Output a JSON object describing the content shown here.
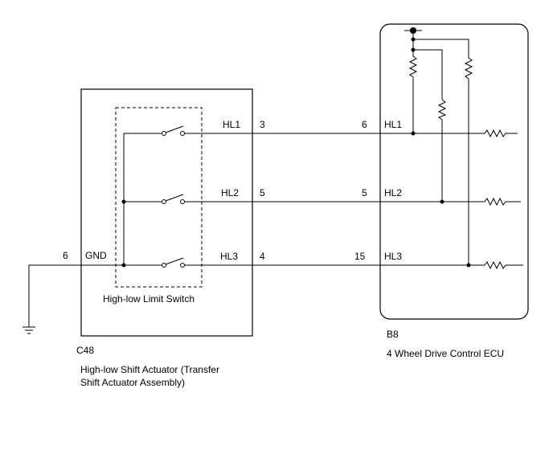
{
  "actuator": {
    "connector": "C48",
    "name_line1": "High-low Shift Actuator (Transfer",
    "name_line2": "Shift Actuator Assembly)",
    "switch_label": "High-low Limit Switch",
    "pins": {
      "gnd_num": "6",
      "gnd_name": "GND",
      "hl1_name": "HL1",
      "hl1_num": "3",
      "hl2_name": "HL2",
      "hl2_num": "5",
      "hl3_name": "HL3",
      "hl3_num": "4"
    }
  },
  "ecu": {
    "connector": "B8",
    "name": "4 Wheel Drive Control ECU",
    "pins": {
      "hl1_num": "6",
      "hl1_name": "HL1",
      "hl2_num": "5",
      "hl2_name": "HL2",
      "hl3_num": "15",
      "hl3_name": "HL3"
    }
  },
  "icons": {
    "ground": "ground-symbol-icon",
    "switch": "switch-icon",
    "resistor": "resistor-icon",
    "power": "power-terminal-icon"
  }
}
